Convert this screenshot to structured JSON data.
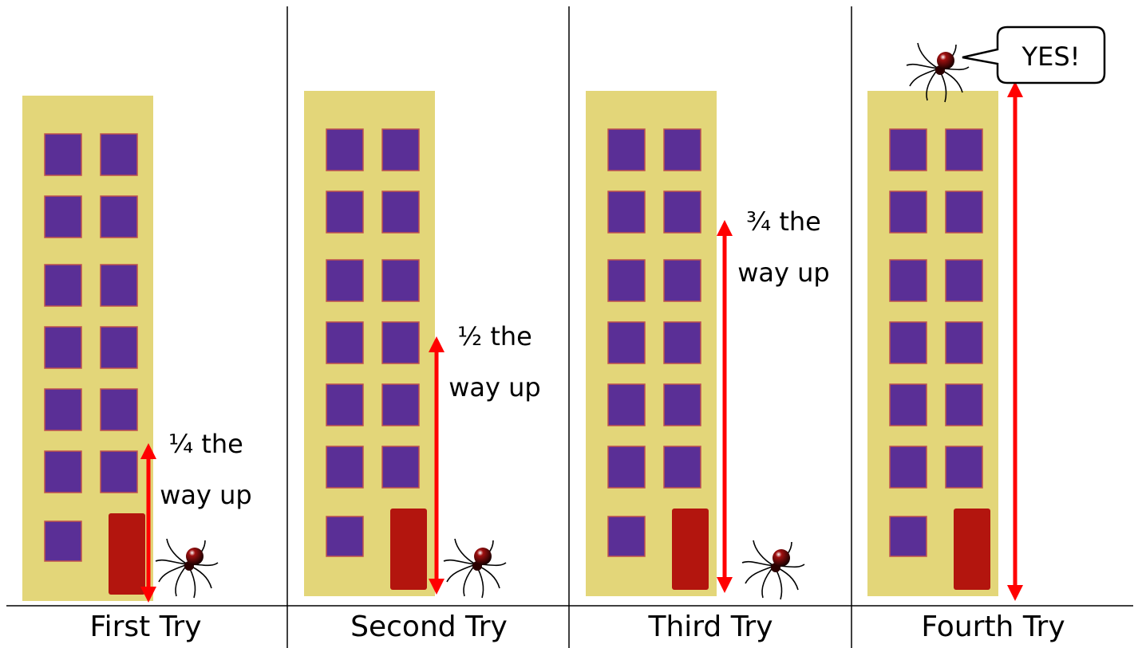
{
  "panels": [
    {
      "label": "First Try",
      "climb_fraction": 0.25,
      "note_line1": "¼ the",
      "note_line2": "way up"
    },
    {
      "label": "Second Try",
      "climb_fraction": 0.5,
      "note_line1": "½ the",
      "note_line2": "way up"
    },
    {
      "label": "Third Try",
      "climb_fraction": 0.75,
      "note_line1": "¾ the",
      "note_line2": "way up"
    },
    {
      "label": "Fourth Try",
      "climb_fraction": 1.0
    }
  ],
  "speech_bubble": {
    "text": "YES!"
  },
  "colors": {
    "building": "#e3d679",
    "window": "#5a2f96",
    "window_edge": "#c0504d",
    "door": "#b3150e",
    "arrow": "#ff0000",
    "spider": "#000000"
  },
  "icons": {
    "spider": "spider-icon",
    "building": "building-icon",
    "arrow": "double-arrow-icon"
  }
}
